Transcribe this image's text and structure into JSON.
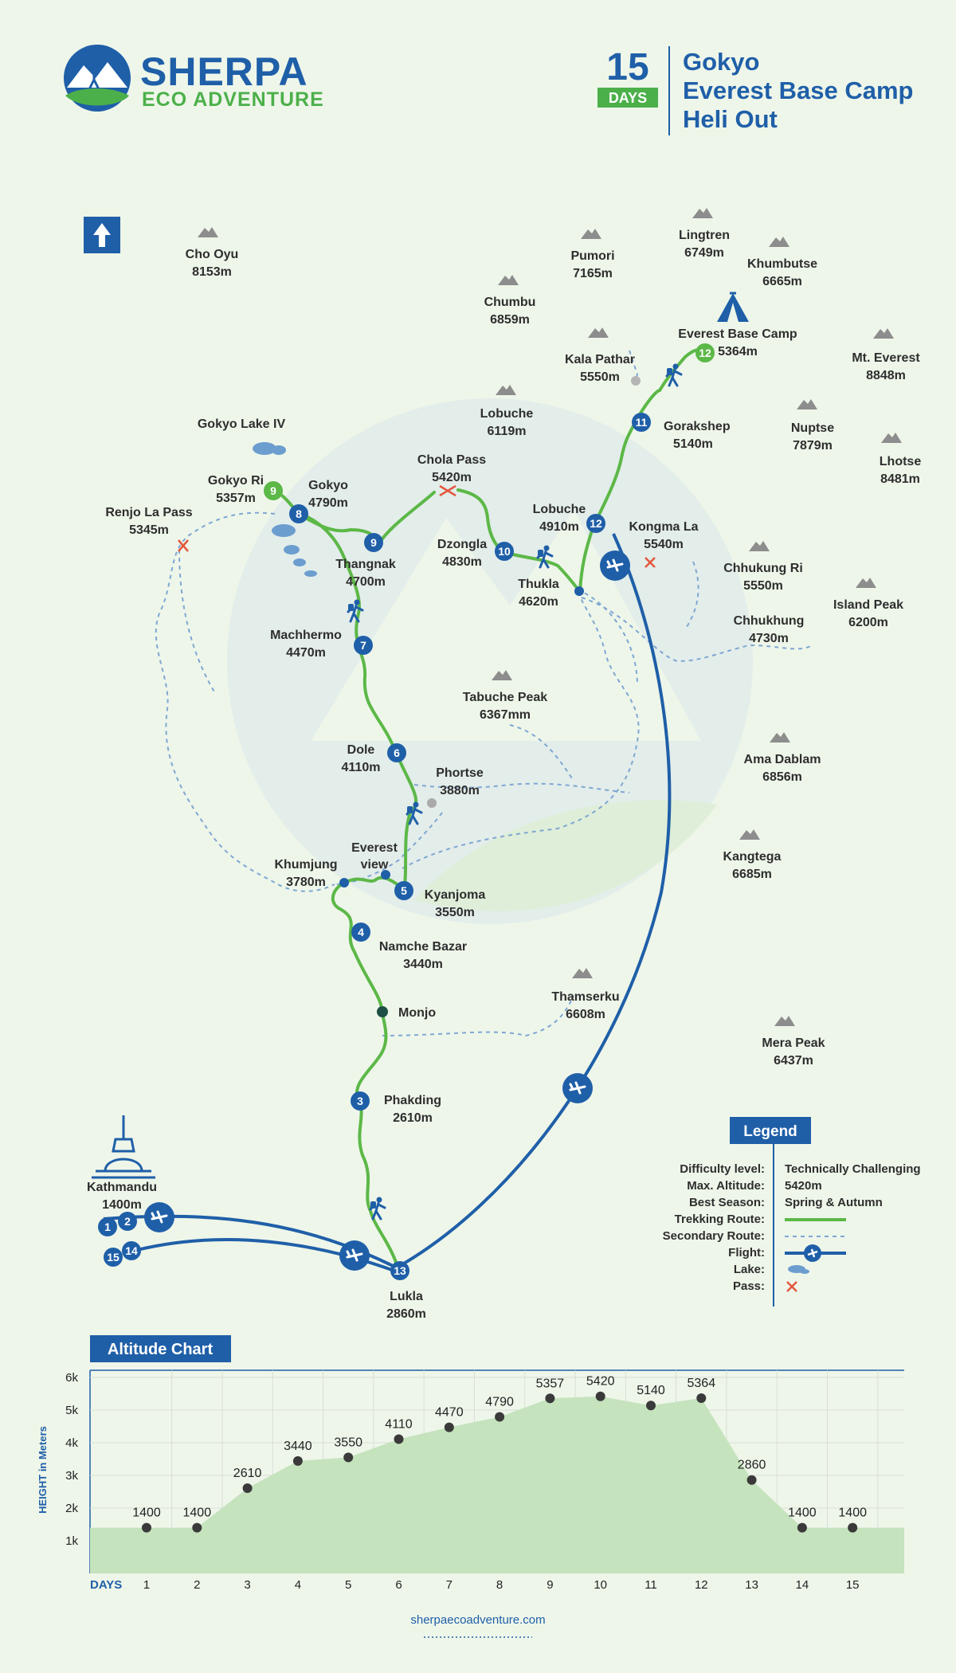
{
  "brand": {
    "name": "SHERPA",
    "tagline": "ECO ADVENTURE"
  },
  "header": {
    "days_number": "15",
    "days_word": "DAYS",
    "title_lines": [
      "Gokyo",
      "Everest Base Camp",
      "Heli Out"
    ]
  },
  "peaks": [
    {
      "name": "Cho Oyu",
      "alt": "8153m"
    },
    {
      "name": "Pumori",
      "alt": "7165m"
    },
    {
      "name": "Lingtren",
      "alt": "6749m"
    },
    {
      "name": "Khumbutse",
      "alt": "6665m"
    },
    {
      "name": "Chumbu",
      "alt": "6859m"
    },
    {
      "name": "Kala Pathar",
      "alt": "5550m"
    },
    {
      "name": "Mt. Everest",
      "alt": "8848m"
    },
    {
      "name": "Lobuche",
      "alt": "6119m"
    },
    {
      "name": "Nuptse",
      "alt": "7879m"
    },
    {
      "name": "Lhotse",
      "alt": "8481m"
    },
    {
      "name": "Chhukung Ri",
      "alt": "5550m"
    },
    {
      "name": "Island Peak",
      "alt": "6200m"
    },
    {
      "name": "Tabuche Peak",
      "alt": "6367mm"
    },
    {
      "name": "Ama Dablam",
      "alt": "6856m"
    },
    {
      "name": "Kangtega",
      "alt": "6685m"
    },
    {
      "name": "Thamserku",
      "alt": "6608m"
    },
    {
      "name": "Mera Peak",
      "alt": "6437m"
    }
  ],
  "places": [
    {
      "name": "Everest Base Camp",
      "alt": "5364m"
    },
    {
      "name": "Gorakshep",
      "alt": "5140m"
    },
    {
      "name": "Gokyo Lake IV",
      "alt": ""
    },
    {
      "name": "Chola Pass",
      "alt": "5420m"
    },
    {
      "name": "Gokyo Ri",
      "alt": "5357m"
    },
    {
      "name": "Gokyo",
      "alt": "4790m"
    },
    {
      "name": "Renjo La Pass",
      "alt": "5345m"
    },
    {
      "name": "Lobuche",
      "alt": "4910m"
    },
    {
      "name": "Kongma La",
      "alt": "5540m"
    },
    {
      "name": "Dzongla",
      "alt": "4830m"
    },
    {
      "name": "Thangnak",
      "alt": "4700m"
    },
    {
      "name": "Thukla",
      "alt": "4620m"
    },
    {
      "name": "Chhukhung",
      "alt": "4730m"
    },
    {
      "name": "Machhermo",
      "alt": "4470m"
    },
    {
      "name": "Dole",
      "alt": "4110m"
    },
    {
      "name": "Phortse",
      "alt": "3880m"
    },
    {
      "name": "Everest",
      "alt": "view"
    },
    {
      "name": "Khumjung",
      "alt": "3780m"
    },
    {
      "name": "Kyanjoma",
      "alt": "3550m"
    },
    {
      "name": "Namche Bazar",
      "alt": "3440m"
    },
    {
      "name": "Monjo",
      "alt": ""
    },
    {
      "name": "Phakding",
      "alt": "2610m"
    },
    {
      "name": "Kathmandu",
      "alt": "1400m"
    },
    {
      "name": "Lukla",
      "alt": "2860m"
    }
  ],
  "day_markers": [
    "1",
    "2",
    "3",
    "4",
    "5",
    "6",
    "7",
    "8",
    "9",
    "9",
    "10",
    "11",
    "12",
    "12",
    "13",
    "14",
    "15"
  ],
  "legend": {
    "title": "Legend",
    "rows": [
      {
        "label": "Difficulty level:",
        "value": "Technically Challenging"
      },
      {
        "label": "Max. Altitude:",
        "value": "5420m"
      },
      {
        "label": "Best Season:",
        "value": "Spring & Autumn"
      },
      {
        "label": "Trekking Route:",
        "value": ""
      },
      {
        "label": "Secondary Route:",
        "value": ""
      },
      {
        "label": "Flight:",
        "value": ""
      },
      {
        "label": "Lake:",
        "value": ""
      },
      {
        "label": "Pass:",
        "value": ""
      }
    ]
  },
  "colors": {
    "trek": "#5cb847",
    "blue": "#1f5fa8",
    "dash": "#7fa7d2",
    "area": "#c5e3bd",
    "mountain": "#8d8d8d",
    "pass": "#e4573d"
  },
  "chart_data": {
    "type": "area",
    "title": "Altitude Chart",
    "xlabel": "DAYS",
    "ylabel": "HEIGHT in Meters",
    "x": [
      1,
      2,
      3,
      4,
      5,
      6,
      7,
      8,
      9,
      10,
      11,
      12,
      13,
      14,
      15
    ],
    "values": [
      1400,
      1400,
      2610,
      3440,
      3550,
      4110,
      4470,
      4790,
      5357,
      5420,
      5140,
      5364,
      2860,
      1400,
      1400
    ],
    "ylim": [
      0,
      6000
    ],
    "yticks": [
      "1k",
      "2k",
      "3k",
      "4k",
      "5k",
      "6k"
    ],
    "grid": true
  },
  "footer": {
    "url": "sherpaecoadventure.com"
  }
}
